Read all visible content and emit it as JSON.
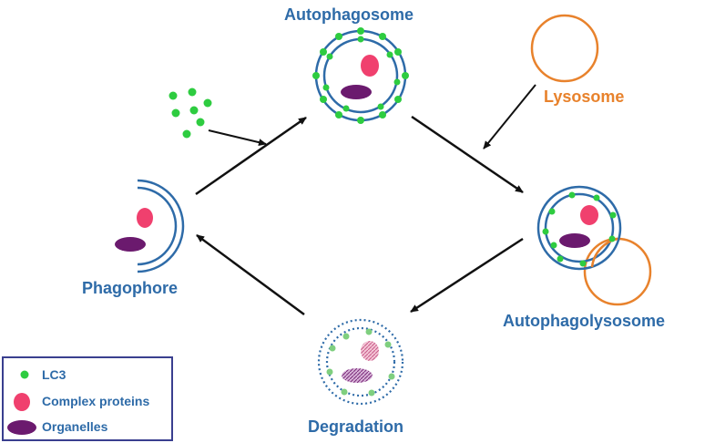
{
  "labels": {
    "autophagosome": "Autophagosome",
    "lysosome": "Lysosome",
    "phagophore": "Phagophore",
    "autophagolysosome": "Autophagolysosome",
    "degradation": "Degradation"
  },
  "legend": {
    "items": [
      {
        "label": "LC3",
        "shape": "green-dot",
        "color": "#2ecc40"
      },
      {
        "label": "Complex proteins",
        "shape": "pink-ellipse",
        "color": "#f0406e"
      },
      {
        "label": "Organelles",
        "shape": "purple-ellipse",
        "color": "#6b1a6e"
      }
    ]
  },
  "colors": {
    "membrane": "#2e6ba8",
    "lysosome": "#e8822c",
    "lc3": "#2ecc40",
    "complex_protein": "#f0406e",
    "organelle": "#6b1a6e",
    "arrow": "#111111",
    "legend_border": "#3a3f8f"
  }
}
